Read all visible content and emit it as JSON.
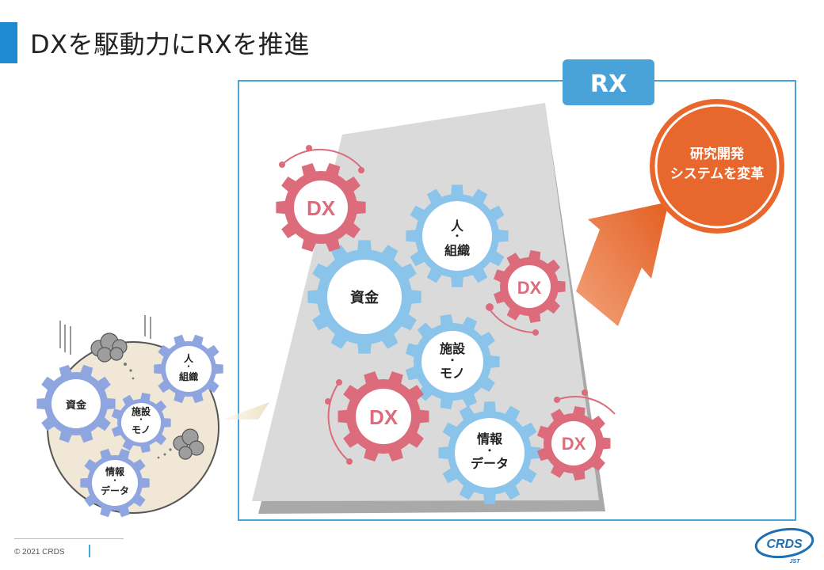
{
  "title": "DXを駆動力にRXを推進",
  "rx_label": "RX",
  "goal": {
    "line1": "研究開発",
    "line2": "システムを変革"
  },
  "gears_big": {
    "hito_line1": "人",
    "hito_dot": "・",
    "hito_line2": "組織",
    "shikin": "資金",
    "shisetsu_line1": "施設",
    "shisetsu_dot": "・",
    "shisetsu_line2": "モノ",
    "joho_line1": "情報",
    "joho_dot": "・",
    "joho_line2": "データ"
  },
  "dx_label": "DX",
  "gears_small": {
    "hito_line1": "人",
    "hito_dot": "・",
    "hito_line2": "組織",
    "shikin": "資金",
    "shisetsu_line1": "施設",
    "shisetsu_dot": "・",
    "shisetsu_line2": "モノ",
    "joho_line1": "情報",
    "joho_dot": "・",
    "joho_line2": "データ"
  },
  "footer": {
    "copyright": "© 2021  CRDS",
    "logo_main": "CRDS",
    "logo_sub": "JST"
  },
  "colors": {
    "blue_gear": "#8ac4ea",
    "red_gear": "#dc6b7b",
    "small_gear": "#8fa5df",
    "accent": "#4aa3d8",
    "goal": "#e8672c"
  }
}
